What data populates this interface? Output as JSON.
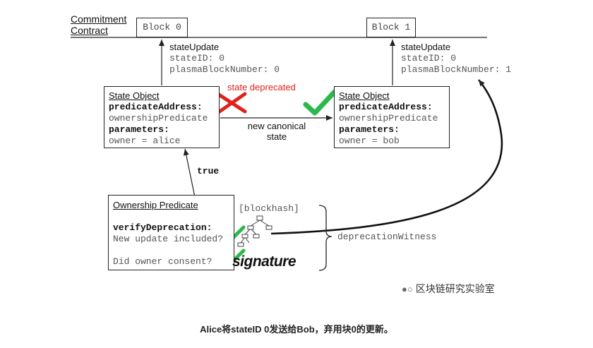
{
  "commitment_contract": {
    "line1": "Commitment",
    "line2": "Contract"
  },
  "block0": {
    "label": "Block 0"
  },
  "block1": {
    "label": "Block 1"
  },
  "update_left": {
    "title": "stateUpdate",
    "line1": "stateID: 0",
    "line2": "plasmaBlockNumber: 0"
  },
  "update_right": {
    "title": "stateUpdate",
    "line1": "stateID: 0",
    "line2": "plasmaBlockNumber: 1"
  },
  "state_left": {
    "title": "State Object",
    "predicate_label": "predicateAddress:",
    "predicate_value": "ownershipPredicate",
    "params_label": "parameters:",
    "params_value": "owner = alice"
  },
  "state_right": {
    "title": "State Object",
    "predicate_label": "predicateAddress:",
    "predicate_value": "ownershipPredicate",
    "params_label": "parameters:",
    "params_value": "owner = bob"
  },
  "deprecated_label": "state deprecated",
  "canonical_label": {
    "line1": "new canonical",
    "line2": "state"
  },
  "true_label": "true",
  "ownership": {
    "title": "Ownership Predicate",
    "verify_label": "verifyDeprecation:",
    "q1": "New update included?",
    "q2": "Did owner consent?"
  },
  "blockhash_label": "[blockhash]",
  "signature_label": "signature",
  "witness_label": "deprecationWitness",
  "watermark": "区块链研究实验室",
  "caption": "Alice将stateID 0发送给Bob，弃用块0的更新。",
  "colors": {
    "check": "#2db84b",
    "cross": "#e0221b",
    "deprecated_text": "#e0221b"
  }
}
